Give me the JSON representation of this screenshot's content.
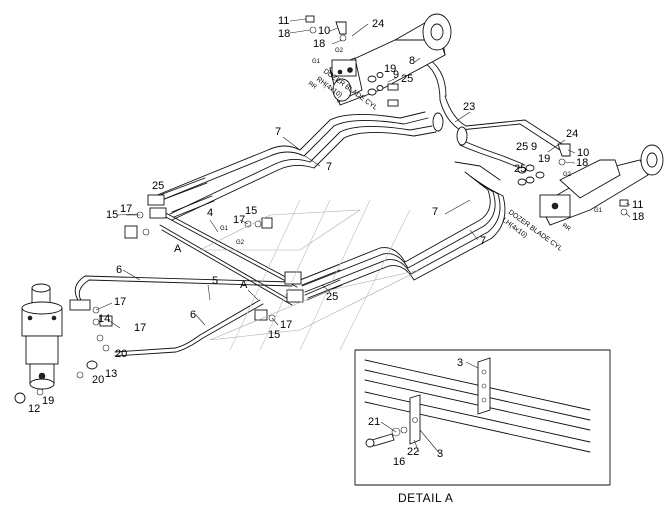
{
  "labels": {
    "n11a": "11",
    "n18a": "18",
    "n10a": "10",
    "n24a": "24",
    "n18b": "18",
    "g2a": "G2",
    "g1a": "G1",
    "n8": "8",
    "n19a": "19",
    "n9a": "9",
    "n25a": "25",
    "cylRight1": "DOZER BLADE CYL",
    "cylRight2": "RH(4x10)",
    "n23": "23",
    "n7a": "7",
    "n7b": "7",
    "n24b": "24",
    "n25b": "25",
    "n9b": "9",
    "n10b": "10",
    "n19b": "19",
    "n18c": "18",
    "n25c": "25",
    "g2b": "G2",
    "n11b": "11",
    "g1b": "G1",
    "n18d": "18",
    "cylLeft1": "DOZER BLADE CYL",
    "cylLeft2": "LH(4x10)",
    "n7c": "7",
    "n7d": "7",
    "n15a": "15",
    "n17a": "17",
    "n4": "4",
    "n17b": "17",
    "n15b": "15",
    "a1": "A",
    "n6a": "6",
    "n5": "5",
    "a2": "A",
    "n25d": "25",
    "n17c": "17",
    "n14": "14",
    "n17d": "17",
    "n6b": "6",
    "n17e": "17",
    "n15c": "15",
    "n20a": "20",
    "n20b": "20",
    "n13": "13",
    "n12": "12",
    "n19c": "19",
    "n3a": "3",
    "n21": "21",
    "n22": "22",
    "n3b": "3",
    "n16": "16",
    "rrA": "RR",
    "rrB": "RR",
    "pA": "G1",
    "pB": "G2",
    "detailTitle": "DETAIL  A"
  }
}
